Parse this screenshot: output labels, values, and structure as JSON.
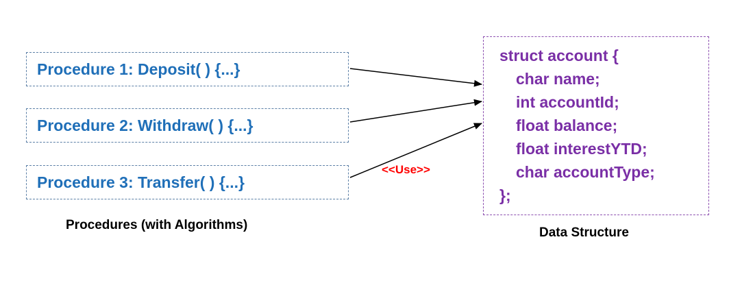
{
  "procedures": [
    {
      "label": "Procedure 1: Deposit( ) {...}"
    },
    {
      "label": "Procedure 2: Withdraw( ) {...}"
    },
    {
      "label": "Procedure 3: Transfer( ) {...}"
    }
  ],
  "procedures_caption": "Procedures (with Algorithms)",
  "struct": {
    "lines": [
      "struct account {",
      "char name;",
      "int accountId;",
      "float balance;",
      "float interestYTD;",
      "char accountType;",
      "};"
    ]
  },
  "data_structure_caption": "Data Structure",
  "use_label": "<<Use>>",
  "colors": {
    "procedure_text": "#1f6fb8",
    "procedure_border": "#5b7fa6",
    "struct_text": "#7a2fa6",
    "struct_border": "#8c4fb0",
    "use_label": "#ff0000",
    "arrow": "#000000"
  }
}
